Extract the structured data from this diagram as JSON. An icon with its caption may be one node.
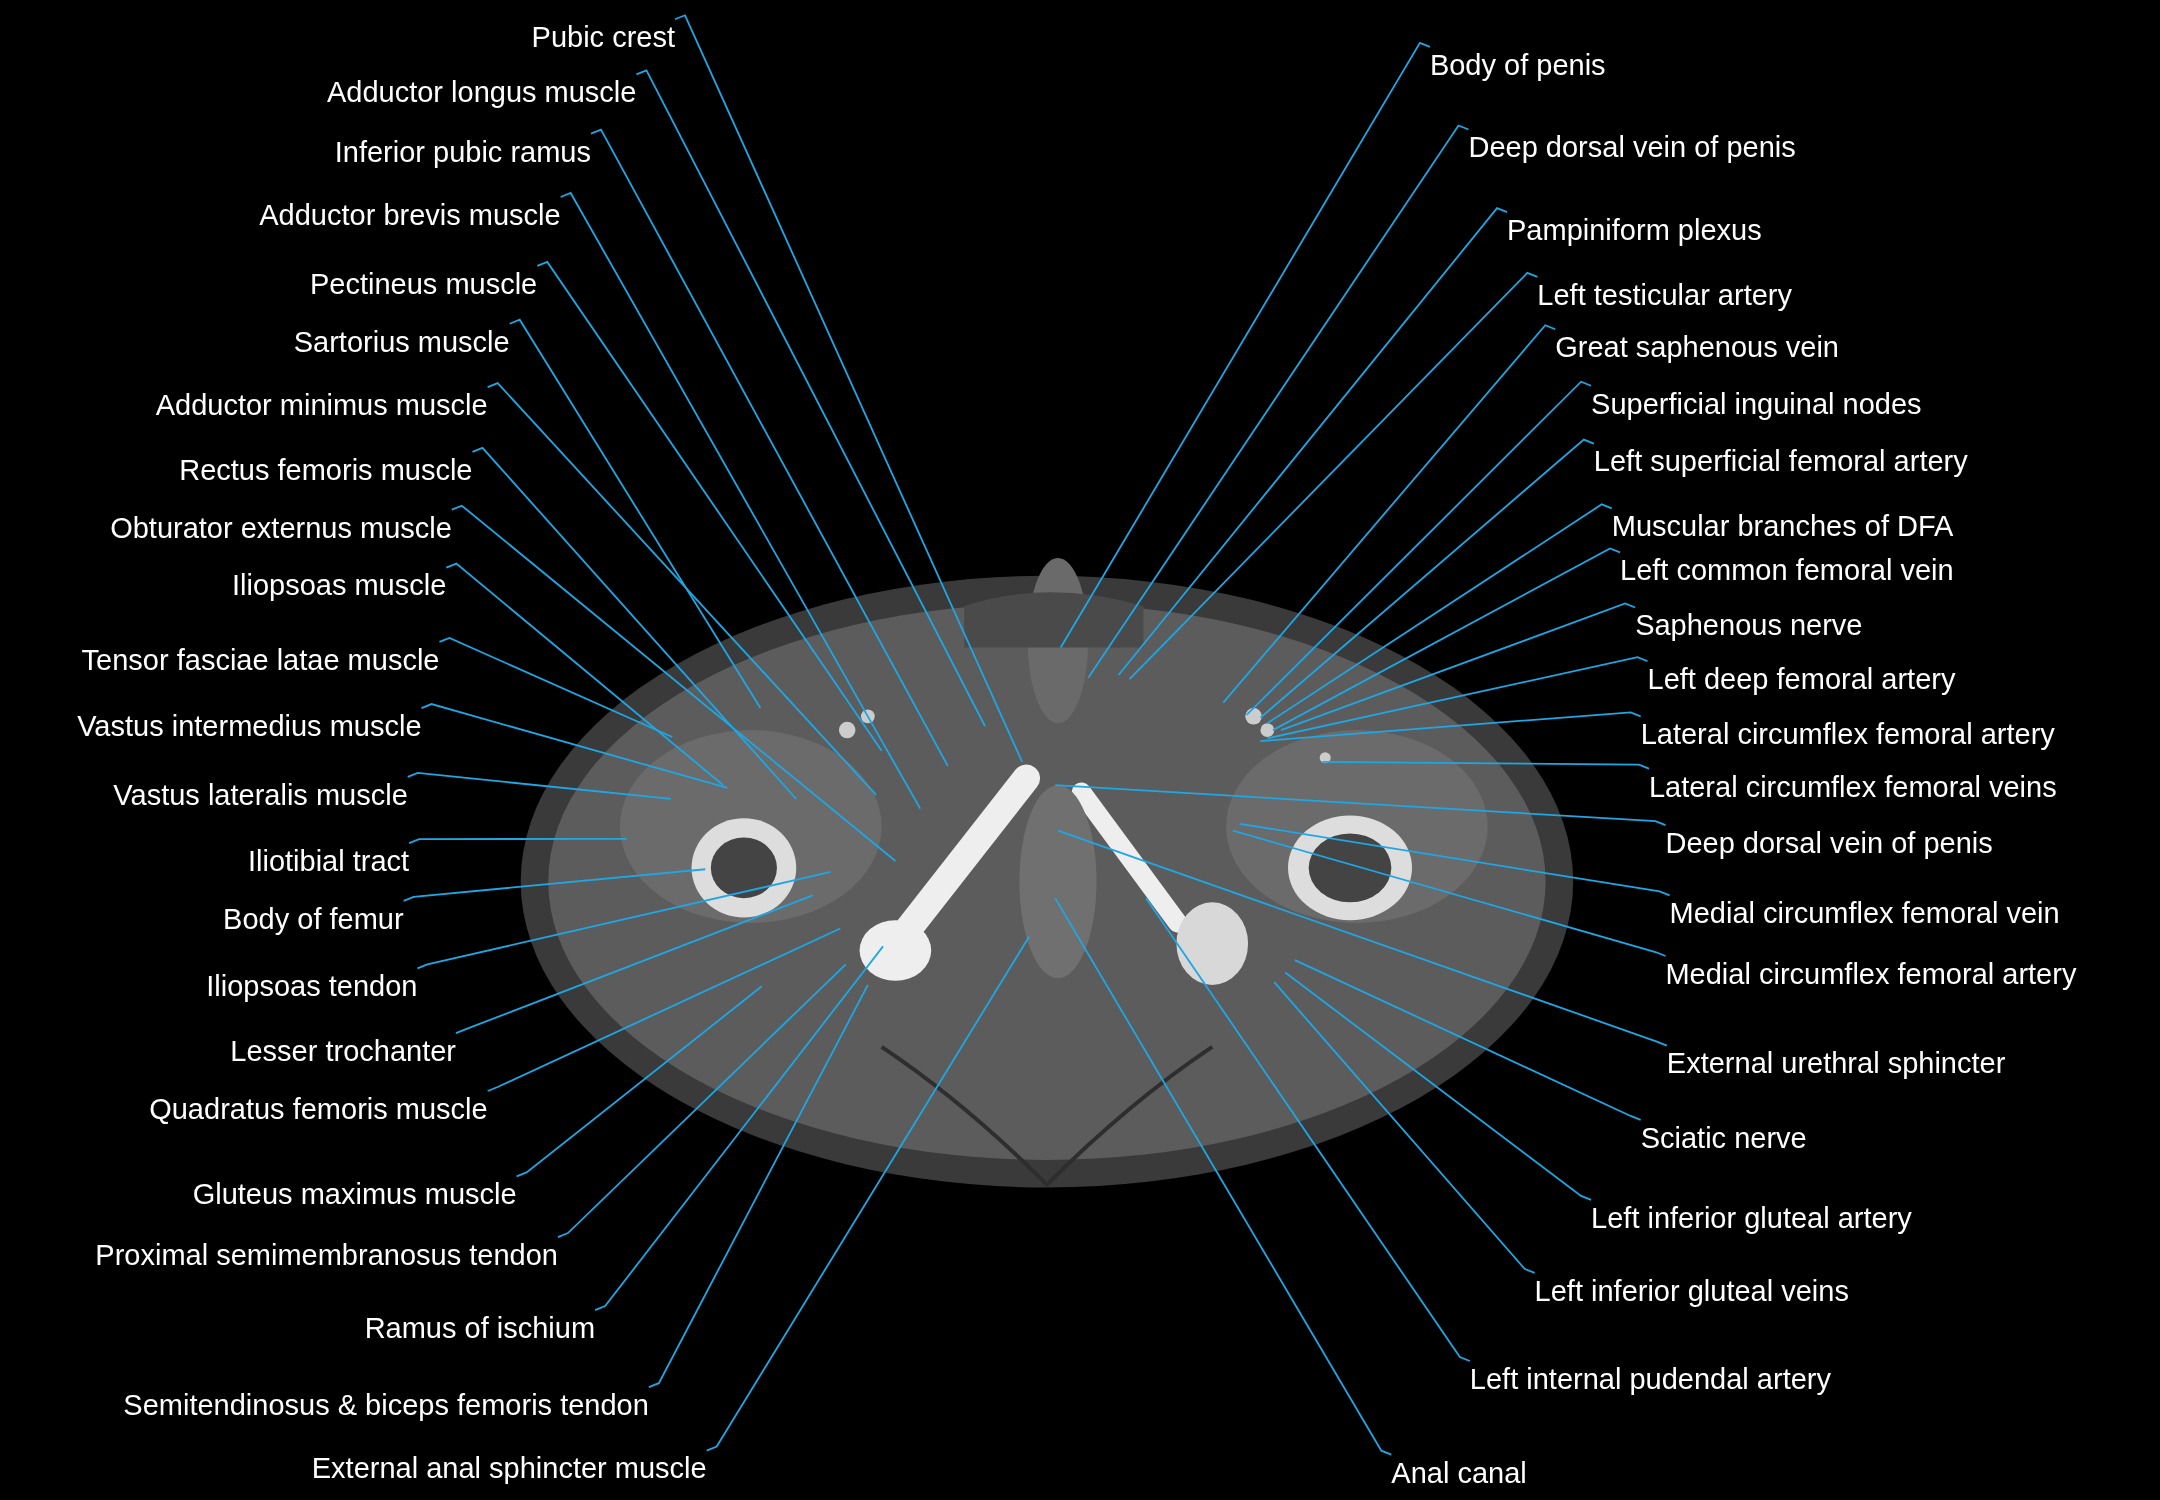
{
  "diagram": {
    "nodes": [
      {
        "text": [
          "Pubic crest"
        ]
      },
      {
        "text": [
          "Adductor longus muscle"
        ]
      },
      {
        "text": [
          "Inferior pubic ramus"
        ]
      },
      {
        "text": [
          "Adductor brevis muscle"
        ]
      },
      {
        "text": [
          "Pectineus muscle"
        ]
      },
      {
        "text": [
          "Sartorius muscle"
        ]
      },
      {
        "text": [
          "Adductor minimus muscle"
        ]
      },
      {
        "text": [
          "Rectus femoris muscle"
        ]
      },
      {
        "text": [
          "Obturator externus muscle"
        ]
      },
      {
        "text": [
          "Iliopsoas muscle"
        ]
      },
      {
        "text": [
          "Tensor fasciae latae muscle"
        ]
      },
      {
        "text": [
          "Vastus intermedius muscle"
        ]
      },
      {
        "text": [
          "Vastus lateralis muscle"
        ]
      },
      {
        "text": [
          "Iliotibial tract"
        ]
      },
      {
        "text": [
          "Body of femur"
        ]
      },
      {
        "text": [
          "Iliopsoas tendon"
        ]
      },
      {
        "text": [
          "Lesser trochanter"
        ]
      },
      {
        "text": [
          "Quadratus femoris muscle"
        ]
      },
      {
        "text": [
          "Gluteus maximus muscle"
        ]
      },
      {
        "text": [
          "Proximal semimembranosus tendon"
        ]
      },
      {
        "text": [
          "Ramus of ischium"
        ]
      },
      {
        "text": [
          "Semitendinosus & biceps femoris tendon"
        ]
      },
      {
        "text": [
          "External anal sphincter muscle"
        ]
      },
      {
        "text": [
          "Body of penis"
        ]
      },
      {
        "text": [
          "Deep dorsal vein of penis"
        ]
      },
      {
        "text": [
          "Pampiniform plexus"
        ]
      },
      {
        "text": [
          "Left testicular artery"
        ]
      },
      {
        "text": [
          "Great saphenous vein"
        ]
      },
      {
        "text": [
          "Superficial inguinal nodes"
        ]
      },
      {
        "text": [
          "Left superficial femoral artery"
        ]
      },
      {
        "text": [
          "Muscular branches of DFA"
        ]
      },
      {
        "text": [
          "Left common femoral vein"
        ]
      },
      {
        "text": [
          "Saphenous nerve"
        ]
      },
      {
        "text": [
          "Left deep femoral artery"
        ]
      },
      {
        "text": [
          "Lateral circumflex femoral artery"
        ]
      },
      {
        "text": [
          "Lateral circumflex femoral veins"
        ]
      },
      {
        "text": [
          "Deep dorsal vein of penis"
        ]
      },
      {
        "text": [
          "Medial circumflex femoral vein"
        ]
      },
      {
        "text": [
          "Medial circumflex femoral artery"
        ]
      },
      {
        "text": [
          "External urethral sphincter"
        ]
      },
      {
        "text": [
          "Sciatic nerve"
        ]
      },
      {
        "text": [
          "Left inferior gluteal artery"
        ]
      },
      {
        "text": [
          "Left inferior gluteal veins"
        ]
      },
      {
        "text": [
          "Left internal pudendal artery"
        ]
      },
      {
        "text": [
          "Anal canal"
        ]
      }
    ],
    "edges": [
      {
        "from": 0,
        "to": null,
        "arrow": "none"
      },
      {
        "from": 1,
        "to": null,
        "arrow": "none"
      },
      {
        "from": 2,
        "to": null,
        "arrow": "none"
      },
      {
        "from": 3,
        "to": null,
        "arrow": "none"
      },
      {
        "from": 4,
        "to": null,
        "arrow": "none"
      },
      {
        "from": 5,
        "to": null,
        "arrow": "none"
      },
      {
        "from": 6,
        "to": null,
        "arrow": "none"
      },
      {
        "from": 7,
        "to": null,
        "arrow": "none"
      },
      {
        "from": 8,
        "to": null,
        "arrow": "none"
      },
      {
        "from": 9,
        "to": null,
        "arrow": "none"
      },
      {
        "from": 10,
        "to": null,
        "arrow": "none"
      },
      {
        "from": 11,
        "to": null,
        "arrow": "none"
      },
      {
        "from": 12,
        "to": null,
        "arrow": "none"
      },
      {
        "from": 13,
        "to": null,
        "arrow": "none"
      },
      {
        "from": 14,
        "to": null,
        "arrow": "none"
      },
      {
        "from": 15,
        "to": null,
        "arrow": "none"
      },
      {
        "from": 16,
        "to": null,
        "arrow": "none"
      },
      {
        "from": 17,
        "to": null,
        "arrow": "none"
      },
      {
        "from": 18,
        "to": null,
        "arrow": "none"
      },
      {
        "from": 19,
        "to": null,
        "arrow": "none"
      },
      {
        "from": 20,
        "to": null,
        "arrow": "none"
      },
      {
        "from": 21,
        "to": null,
        "arrow": "none"
      },
      {
        "from": 22,
        "to": null,
        "arrow": "none"
      },
      {
        "from": 23,
        "to": null,
        "arrow": "none"
      },
      {
        "from": 24,
        "to": null,
        "arrow": "none"
      },
      {
        "from": 25,
        "to": null,
        "arrow": "none"
      },
      {
        "from": 26,
        "to": null,
        "arrow": "none"
      },
      {
        "from": 27,
        "to": null,
        "arrow": "none"
      },
      {
        "from": 28,
        "to": null,
        "arrow": "none"
      },
      {
        "from": 29,
        "to": null,
        "arrow": "none"
      },
      {
        "from": 30,
        "to": null,
        "arrow": "none"
      },
      {
        "from": 31,
        "to": null,
        "arrow": "none"
      },
      {
        "from": 32,
        "to": null,
        "arrow": "none"
      },
      {
        "from": 33,
        "to": null,
        "arrow": "none"
      },
      {
        "from": 34,
        "to": null,
        "arrow": "none"
      },
      {
        "from": 35,
        "to": null,
        "arrow": "none"
      },
      {
        "from": 36,
        "to": null,
        "arrow": "none"
      },
      {
        "from": 37,
        "to": null,
        "arrow": "none"
      },
      {
        "from": 38,
        "to": null,
        "arrow": "none"
      },
      {
        "from": 39,
        "to": null,
        "arrow": "none"
      },
      {
        "from": 40,
        "to": null,
        "arrow": "none"
      },
      {
        "from": 41,
        "to": null,
        "arrow": "none"
      },
      {
        "from": 42,
        "to": null,
        "arrow": "none"
      },
      {
        "from": 43,
        "to": null,
        "arrow": "none"
      },
      {
        "from": 44,
        "to": null,
        "arrow": "none"
      }
    ]
  }
}
